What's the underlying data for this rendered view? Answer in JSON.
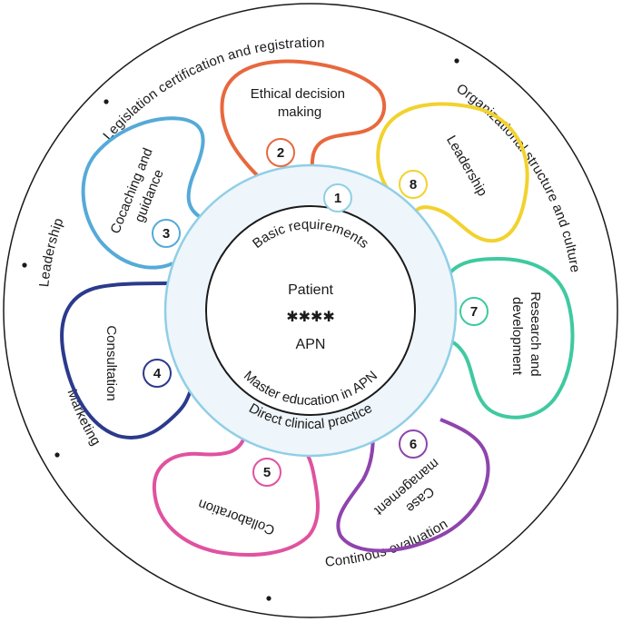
{
  "outer_ring": {
    "items": [
      "Legislation certification and registration",
      "Organizational structure and culture",
      "Continous evaluation",
      "Marketing",
      "Leadership"
    ]
  },
  "inner_ring": {
    "top_label": "Basic requirements",
    "bottom_label": "Direct clinical practice"
  },
  "center": {
    "line1": "Patient",
    "stars": "✱✱✱✱",
    "line2": "APN",
    "arc_label": "Master education in APN"
  },
  "competencies": [
    {
      "number": "1",
      "color": "#8fcfe6"
    },
    {
      "number": "2",
      "line1": "Ethical decision",
      "line2": "making",
      "color": "#e8683e"
    },
    {
      "number": "3",
      "line1": "Cocaching and",
      "line2": "guidance",
      "color": "#55aad8"
    },
    {
      "number": "4",
      "line1": "Consultation",
      "color": "#2b3a8c"
    },
    {
      "number": "5",
      "line1": "Collaboration",
      "color": "#e0529f"
    },
    {
      "number": "6",
      "line1": "Case",
      "line2": "management",
      "color": "#8e44ad"
    },
    {
      "number": "7",
      "line1": "Research and",
      "line2": "development",
      "color": "#3fc9a0"
    },
    {
      "number": "8",
      "line1": "Leadership",
      "color": "#f2d22e"
    }
  ],
  "colors": {
    "outer_ring": "#1a1a1a",
    "inner_ring_fill": "#eef5fb",
    "inner_ring_stroke": "#8fcfe6"
  }
}
